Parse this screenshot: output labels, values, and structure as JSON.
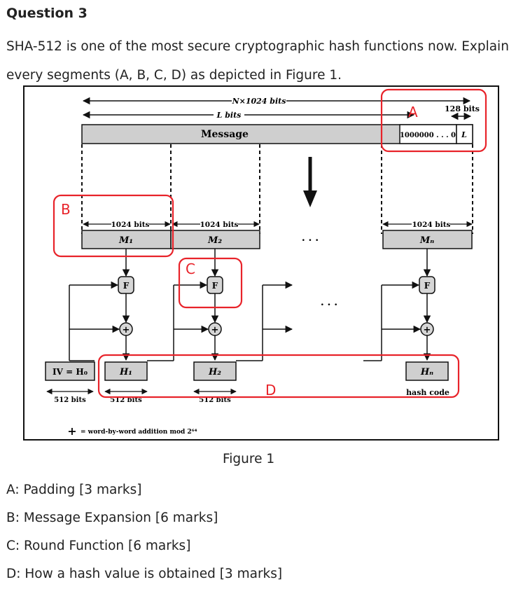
{
  "question": {
    "title": "Question 3",
    "line1": "SHA-512 is one of the most secure cryptographic hash functions now. Explain",
    "line2": "every segments (A, B, C, D) as depicted in Figure 1."
  },
  "figure": {
    "caption": "Figure 1",
    "labels": {
      "total_bits": "N×1024 bits",
      "l_bits": "L bits",
      "message": "Message",
      "padding": "1000000 . . . 0",
      "length_field": "L",
      "len_128": "128 bits",
      "block_bits": "1024 bits",
      "m1": "M₁",
      "m2": "M₂",
      "mn": "Mₙ",
      "f": "F",
      "plus": "+",
      "iv": "IV = H₀",
      "h1": "H₁",
      "h2": "H₂",
      "hn": "Hₙ",
      "hash_code": "hash code",
      "bits_512": "512 bits",
      "dots": ". . .",
      "legend": "= word-by-word addition mod 2⁶⁴"
    },
    "markers": [
      "A",
      "B",
      "C",
      "D"
    ],
    "colors": {
      "marker": "#e8232a",
      "block_fill": "#cfcfcf",
      "stroke": "#111111"
    }
  },
  "answers": [
    "A: Padding [3 marks]",
    "B: Message Expansion [6 marks]",
    "C: Round Function [6 marks]",
    "D: How a hash value is obtained [3 marks]"
  ]
}
